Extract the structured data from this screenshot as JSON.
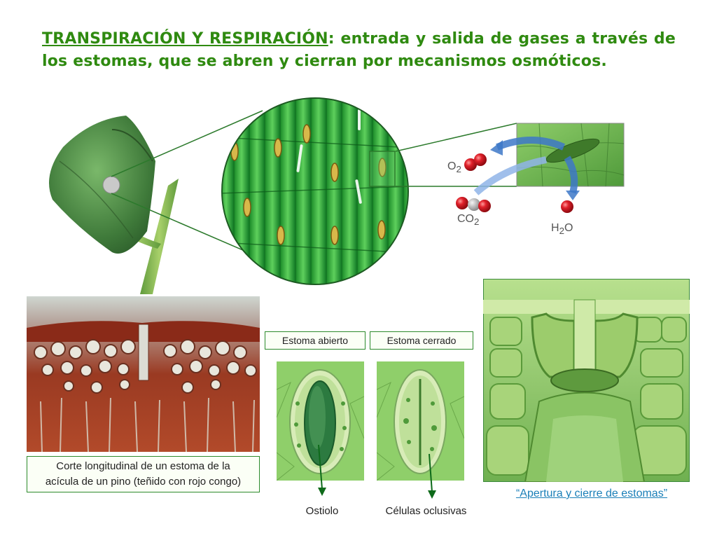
{
  "title": {
    "lead": "TRANSPIRACIÓN Y RESPIRACIÓN",
    "rest": ": entrada y salida de gases a través de los estomas, que se abren y cierran por mecanismos osmóticos."
  },
  "labels": {
    "o2": "O",
    "o2_sub": "2",
    "co2": "CO",
    "co2_sub": "2",
    "h2o_pre": "H",
    "h2o_sub": "2",
    "h2o_post": "O",
    "estoma_abierto": "Estoma abierto",
    "estoma_cerrado": "Estoma cerrado",
    "ostiolo": "Ostiolo",
    "celulas_oclusivas": "Células oclusivas"
  },
  "caption": {
    "line1": "Corte longitudinal de un estoma de la",
    "line2": "acícula de un pino (teñido con rojo congo)"
  },
  "link": "“Apertura y cierre de estomas”",
  "colors": {
    "title": "#2f8a10",
    "frame": "#2c8a2c",
    "link": "#1a7fb8",
    "molecule_red": "#d8141e",
    "arrow_blue": "#3d78c8"
  }
}
